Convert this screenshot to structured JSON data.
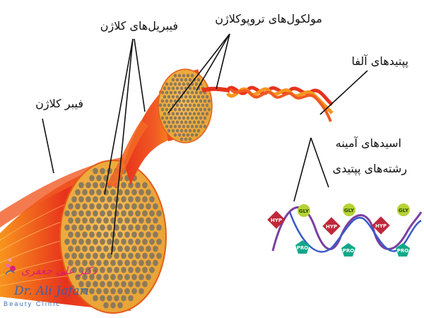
{
  "labels": {
    "collagen_fiber": "فیبر کلاژن",
    "collagen_fibrils": "فیبریل‌های کلاژن",
    "tropocollagen_molecules": "مولکول‌های تروپوکلاژن",
    "alpha_peptides": "پپتیدهای آلفا",
    "amino_acids": "اسیدهای آمینه",
    "peptide_chains": "رشته‌های پپتیدی"
  },
  "residues": {
    "hyp": "HYP",
    "gly": "GLY",
    "pro": "PRO"
  },
  "watermark": {
    "script_name": "دکتر علی جعفری",
    "name": "Dr. Ali Jafari",
    "tagline": "Beauty Clinic"
  },
  "colors": {
    "fiber_red": "#e8321c",
    "fiber_orange": "#f7941d",
    "fibril_core": "#f5b041",
    "fibril_dot": "#8c7a5a",
    "hyp": "#c0283a",
    "gly": "#b5d334",
    "pro": "#11a88a",
    "chain_purple": "#7b3fa0",
    "chain_blue": "#3a5bc7",
    "watermark_pink": "#d81b7a",
    "watermark_blue": "#2b63b8"
  }
}
